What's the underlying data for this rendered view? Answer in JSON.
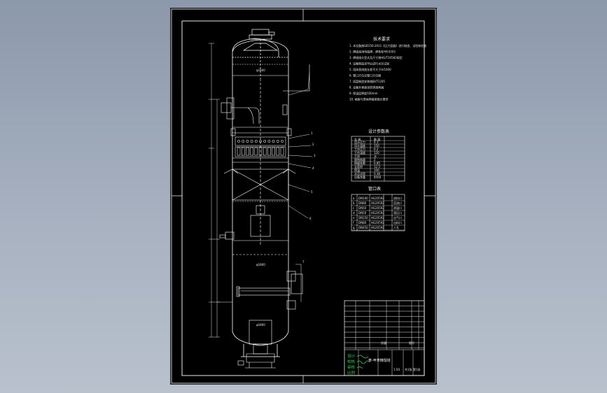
{
  "sheet": {
    "notes_title": "技术要求",
    "notes": [
      "1. 本设备按GB150-2011《压力容器》进行制造、试验和验收",
      "2. 焊接采用电弧焊，焊条型号E4303",
      "3. 焊接接头型式及尺寸按HG/T20583规定",
      "4. 设备制造完毕后进行水压试验",
      "5. 塔体直线度允差不大于H/1000",
      "6. 管口方位见管口方位图",
      "7. 塔盘制造安装按JB/T1205",
      "8. 设备外表面涂防锈漆两遍",
      "9. 保温层厚度100mm",
      "10. 裙座与塔体焊接按图示要求"
    ],
    "design_table_title": "设计参数表",
    "design_table_header": [
      "名 称",
      "数 值"
    ],
    "design_table_rows": [
      [
        "设计压力",
        "0.3"
      ],
      [
        "设计温度",
        "150"
      ],
      [
        "工作压力",
        "0.2"
      ],
      [
        "工作温度",
        "120"
      ],
      [
        "介质",
        "水"
      ],
      [
        "腐蚀裕量",
        "2"
      ],
      [
        "焊缝系数",
        "0.85"
      ],
      [
        "全容积",
        "12.5"
      ],
      [
        "保温",
        "100"
      ],
      [
        "水压试验",
        "0.38"
      ],
      [
        "设备净重",
        "8560"
      ]
    ],
    "nozzle_table_title": "管口表",
    "nozzle_table_rows": [
      [
        "a",
        "DN100",
        "HG20592",
        "进料口"
      ],
      [
        "b",
        "DN80",
        "HG20592",
        "回流口"
      ],
      [
        "c",
        "DN50",
        "HG20592",
        "测温口"
      ],
      [
        "d",
        "DN50",
        "HG20592",
        "测压口"
      ],
      [
        "e",
        "DN150",
        "HG20592",
        "出气口"
      ],
      [
        "f",
        "DN80",
        "HG20592",
        "出料口"
      ],
      [
        "g",
        "DN450",
        "HG20592",
        "人孔"
      ]
    ],
    "title_block_title": "苯-甲苯精馏塔",
    "title_block_labels": [
      "设计",
      "校核",
      "审核",
      "比例",
      "质量",
      "图号"
    ],
    "title_block_values": [
      "1:50",
      "共1张",
      "第1张"
    ],
    "dim_labels": [
      "φ1800",
      "φ1800",
      "φ1800"
    ],
    "leader_numbers": [
      "1",
      "2",
      "3",
      "4",
      "5",
      "6",
      "7"
    ],
    "colors": {
      "line": "#ffffff",
      "accent": "#19d94a",
      "background": "#000000"
    }
  }
}
